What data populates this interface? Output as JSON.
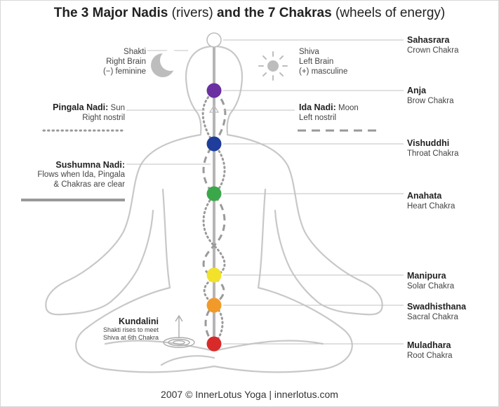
{
  "title": {
    "part1": "The 3 Major Nadis",
    "part2": "(rivers)",
    "part3": "and the 7 Chakras",
    "part4": "(wheels of energy)"
  },
  "shakti": {
    "line1": "Shakti",
    "line2": "Right Brain",
    "line3": "(−) feminine"
  },
  "shiva": {
    "line1": "Shiva",
    "line2": "Left Brain",
    "line3": "(+) masculine"
  },
  "pingala": {
    "name": "Pingala Nadi:",
    "rest1": "Sun",
    "line2": "Right nostril"
  },
  "ida": {
    "name": "Ida Nadi:",
    "rest1": "Moon",
    "line2": "Left nostril"
  },
  "sushumna": {
    "name": "Sushumna Nadi:",
    "line2": "Flows when Ida, Pingala",
    "line3": "& Chakras are clear"
  },
  "kundalini": {
    "name": "Kundalini",
    "line2": "Shakti rises to meet",
    "line3": "Shiva at 6th Chakra"
  },
  "chakras": [
    {
      "name": "Sahasrara",
      "sub": "Crown Chakra",
      "color": "#ffffff"
    },
    {
      "name": "Anja",
      "sub": "Brow Chakra",
      "color": "#6a2fa0"
    },
    {
      "name": "Vishuddhi",
      "sub": "Throat Chakra",
      "color": "#1f3d9a"
    },
    {
      "name": "Anahata",
      "sub": "Heart Chakra",
      "color": "#3aa84a"
    },
    {
      "name": "Manipura",
      "sub": "Solar Chakra",
      "color": "#f2e22a"
    },
    {
      "name": "Swadhisthana",
      "sub": "Sacral Chakra",
      "color": "#f19a2a"
    },
    {
      "name": "Muladhara",
      "sub": "Root Chakra",
      "color": "#d92a2a"
    }
  ],
  "footer": "2007 © InnerLotus Yoga  |  innerlotus.com",
  "colors": {
    "body_outline": "#c8c8c8",
    "spine": "#b5b5b5",
    "leader": "#c0c0c0",
    "moon": "#bdbdbd"
  },
  "icons": [
    "moon-icon",
    "sun-icon"
  ]
}
